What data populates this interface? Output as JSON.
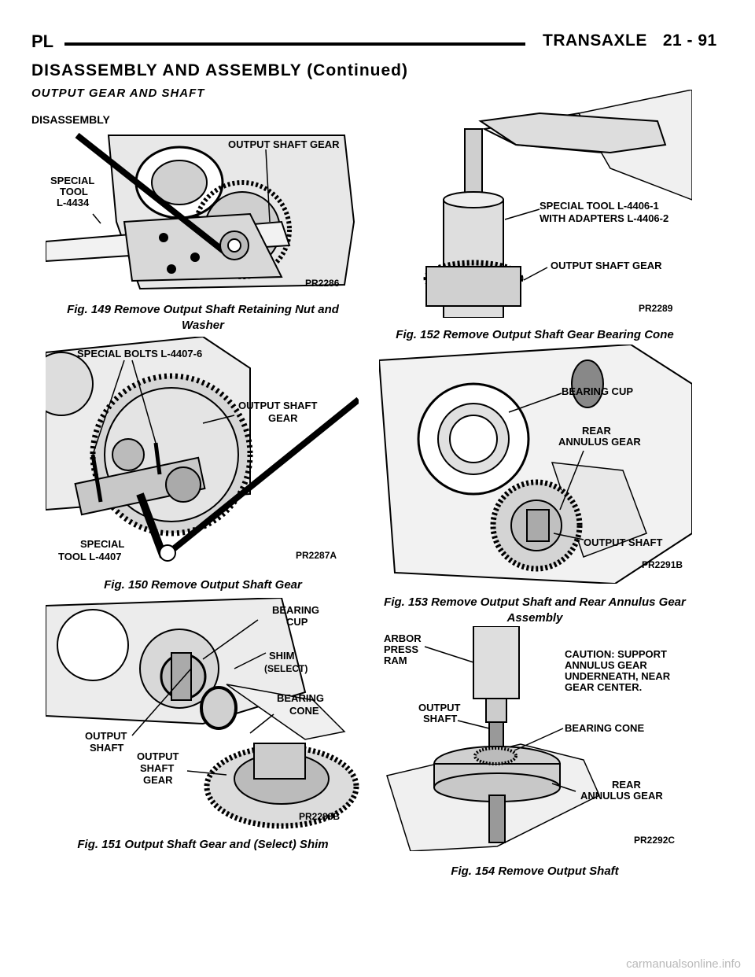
{
  "header": {
    "left": "PL",
    "section": "TRANSAXLE",
    "page": "21 - 91"
  },
  "section_title": "DISASSEMBLY AND ASSEMBLY (Continued)",
  "subsection_title": "OUTPUT GEAR AND SHAFT",
  "procedure_heading": "DISASSEMBLY",
  "figures": {
    "f149": {
      "caption": "Fig. 149 Remove Output Shaft Retaining Nut and Washer",
      "code": "PR2286",
      "labels": {
        "gear": "OUTPUT SHAFT GEAR",
        "tool_1": "SPECIAL",
        "tool_2": "TOOL",
        "tool_3": "L-4434"
      }
    },
    "f150": {
      "caption": "Fig. 150 Remove Output Shaft Gear",
      "code": "PR2287A",
      "labels": {
        "bolts": "SPECIAL BOLTS L-4407-6",
        "gear_1": "OUTPUT SHAFT",
        "gear_2": "GEAR",
        "tool_1": "SPECIAL",
        "tool_2": "TOOL L-4407"
      }
    },
    "f151": {
      "caption": "Fig. 151 Output Shaft Gear and (Select) Shim",
      "code": "PR2288B",
      "labels": {
        "cup_1": "BEARING",
        "cup_2": "CUP",
        "shim_1": "SHIM",
        "shim_2": "(SELECT)",
        "cone_1": "BEARING",
        "cone_2": "CONE",
        "shaft_1": "OUTPUT",
        "shaft_2": "SHAFT",
        "gear_1": "OUTPUT",
        "gear_2": "SHAFT",
        "gear_3": "GEAR"
      }
    },
    "f152": {
      "caption": "Fig. 152 Remove Output Shaft Gear Bearing Cone",
      "code": "PR2289",
      "labels": {
        "tool_1": "SPECIAL TOOL L-4406-1",
        "tool_2": "WITH ADAPTERS L-4406-2",
        "gear": "OUTPUT SHAFT GEAR"
      }
    },
    "f153": {
      "caption": "Fig. 153 Remove Output Shaft and Rear Annulus Gear Assembly",
      "code": "PR2291B",
      "labels": {
        "cup": "BEARING CUP",
        "annulus_1": "REAR",
        "annulus_2": "ANNULUS GEAR",
        "shaft": "OUTPUT SHAFT"
      }
    },
    "f154": {
      "caption": "Fig. 154 Remove Output Shaft",
      "code": "PR2292C",
      "labels": {
        "ram_1": "ARBOR",
        "ram_2": "PRESS",
        "ram_3": "RAM",
        "caution_1": "CAUTION: SUPPORT",
        "caution_2": "ANNULUS GEAR",
        "caution_3": "UNDERNEATH, NEAR",
        "caution_4": "GEAR CENTER.",
        "shaft_1": "OUTPUT",
        "shaft_2": "SHAFT",
        "cone": "BEARING CONE",
        "annulus_1": "REAR",
        "annulus_2": "ANNULUS GEAR"
      }
    }
  },
  "watermark": "carmanualsonline.info"
}
